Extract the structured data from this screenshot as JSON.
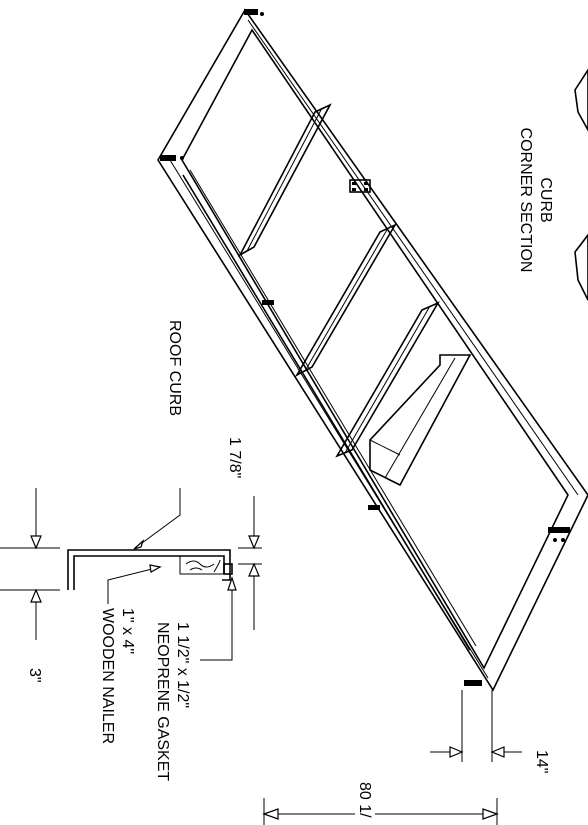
{
  "labels": {
    "curb_corner_section_line1": "CURB",
    "curb_corner_section_line2": "CORNER SECTION",
    "roof_curb": "ROOF CURB",
    "gap_dim": "1 7/8\"",
    "gasket_line1": "1 1/2\" x 1/2\"",
    "gasket_line2": "NEOPRENE GASKET",
    "nailer_line1": "1\" x 4\"",
    "nailer_line2": "WOODEN NAILER",
    "height_dim": "3\"",
    "width_dim": "14\"",
    "length_dim": "80 1/"
  },
  "colors": {
    "line": "#000000",
    "background": "#ffffff"
  }
}
